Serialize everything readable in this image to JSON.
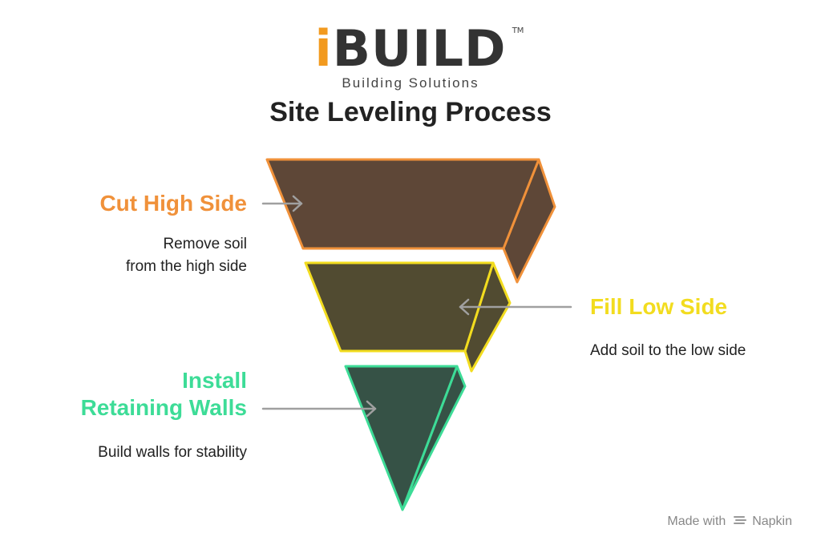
{
  "logo": {
    "i_letter": "i",
    "word": "BUILD",
    "trademark": "TM",
    "subtitle": "Building Solutions"
  },
  "title": "Site Leveling Process",
  "steps": [
    {
      "label": "Cut High Side",
      "description_line1": "Remove soil",
      "description_line2": "from the high side",
      "color": "#f0913a",
      "fill": "#5e4737"
    },
    {
      "label": "Fill Low Side",
      "description_line1": "Add soil to the low side",
      "color": "#f2dc1f",
      "fill": "#514b31"
    },
    {
      "label_line1": "Install",
      "label_line2": "Retaining Walls",
      "description_line1": "Build walls for stability",
      "color": "#3ddc97",
      "fill": "#365246"
    }
  ],
  "footer": {
    "made_with": "Made with",
    "brand": "Napkin"
  }
}
